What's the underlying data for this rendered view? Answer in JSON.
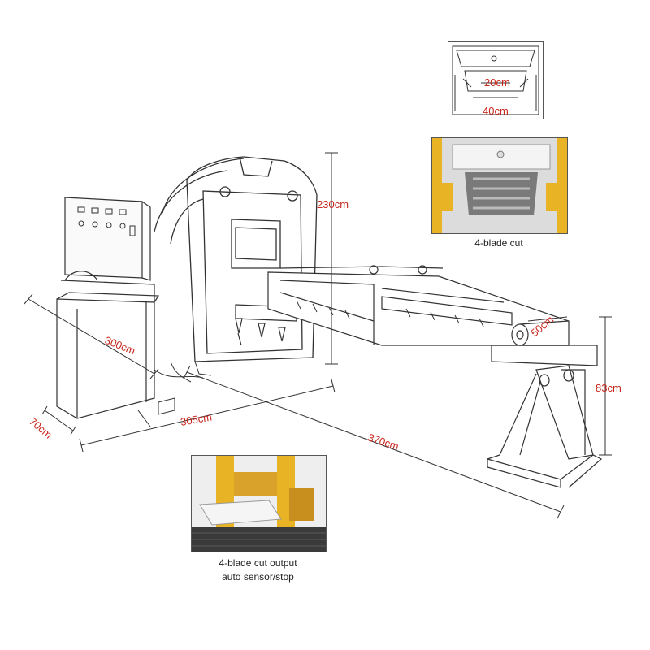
{
  "dimensions": {
    "height_machine": "230cm",
    "width_front": "300cm",
    "depth_base": "70cm",
    "length_mid": "305cm",
    "length_total": "370cm",
    "roller_dia": "50cm",
    "support_height": "83cm",
    "blade_gap_inner": "20cm",
    "blade_gap_outer": "40cm"
  },
  "captions": {
    "top_photo": "4-blade cut",
    "bottom_photo_line1": "4-blade cut output",
    "bottom_photo_line2": "auto sensor/stop"
  },
  "colors": {
    "line": "#333333",
    "dimension_text": "#c8281e",
    "machine_yellow": "#e8b325",
    "photo_dark": "#3a3a3a"
  }
}
